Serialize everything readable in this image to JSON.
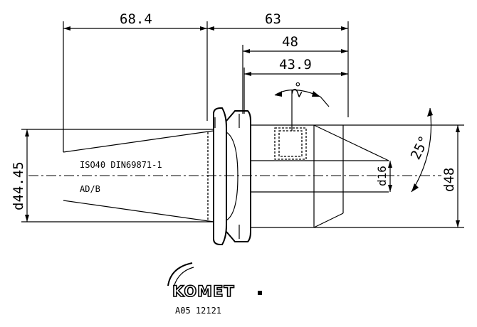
{
  "dimensions": {
    "overall_left_length": "68.4",
    "overall_right_length": "63",
    "inner_length_1": "48",
    "inner_length_2": "43.9",
    "angle_taper": "2°",
    "chamfer_angle": "25°",
    "diameter_bore": "d16",
    "diameter_outer": "d48",
    "diameter_flange": "d44.45"
  },
  "labels": {
    "standard": "ISO40 DIN69871-1",
    "variant": "AD/B"
  },
  "brand": {
    "logo_text": "KOMET",
    "part_number": "A05 12121"
  }
}
